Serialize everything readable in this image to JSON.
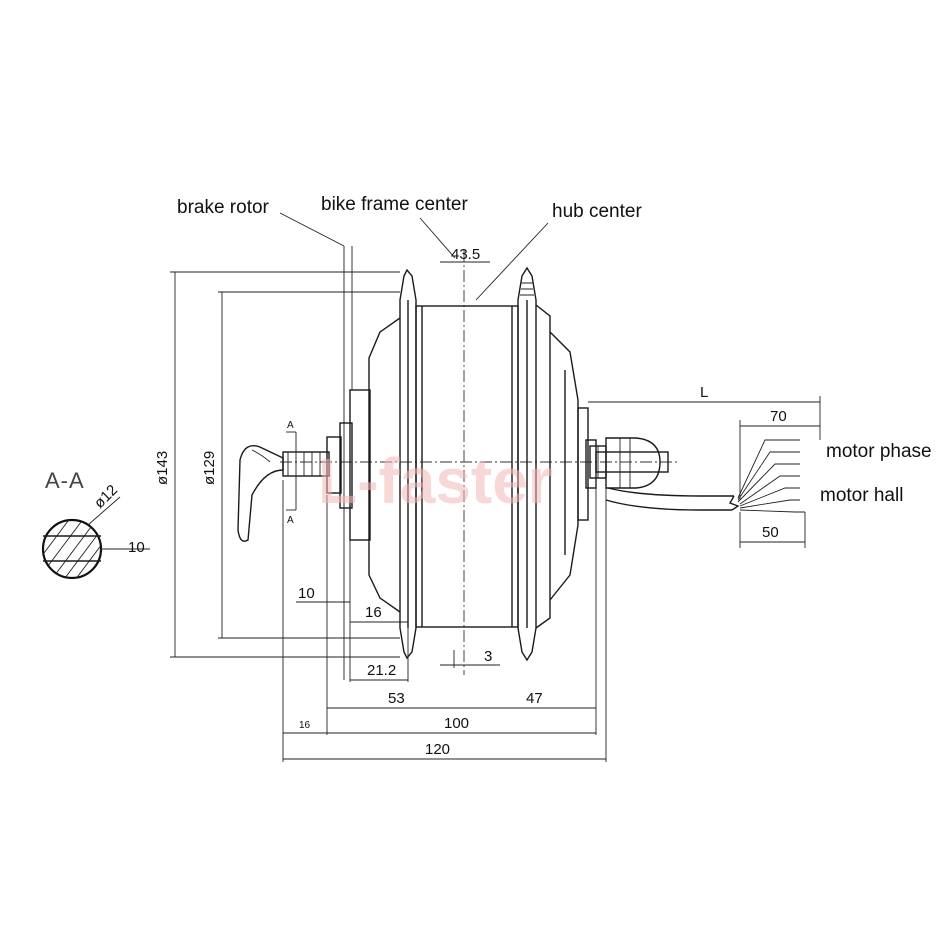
{
  "labels": {
    "brake_rotor": "brake rotor",
    "bike_frame_center": "bike frame center",
    "hub_center": "hub center",
    "motor_phase": "motor phase",
    "motor_hall": "motor hall"
  },
  "section": {
    "title": "A-A",
    "diameter": "ø12",
    "flat": "10",
    "marker": "A"
  },
  "dimensions": {
    "offset_top": "43.5",
    "outer_diameter": "ø143",
    "flange_diameter": "ø129",
    "d10": "10",
    "d16": "16",
    "d21_2": "21.2",
    "d3": "3",
    "d53": "53",
    "d47": "47",
    "d100": "100",
    "d16_small": "16",
    "d120": "120",
    "cable_L": "L",
    "cable_70": "70",
    "cable_50": "50"
  },
  "watermark": "L-faster"
}
